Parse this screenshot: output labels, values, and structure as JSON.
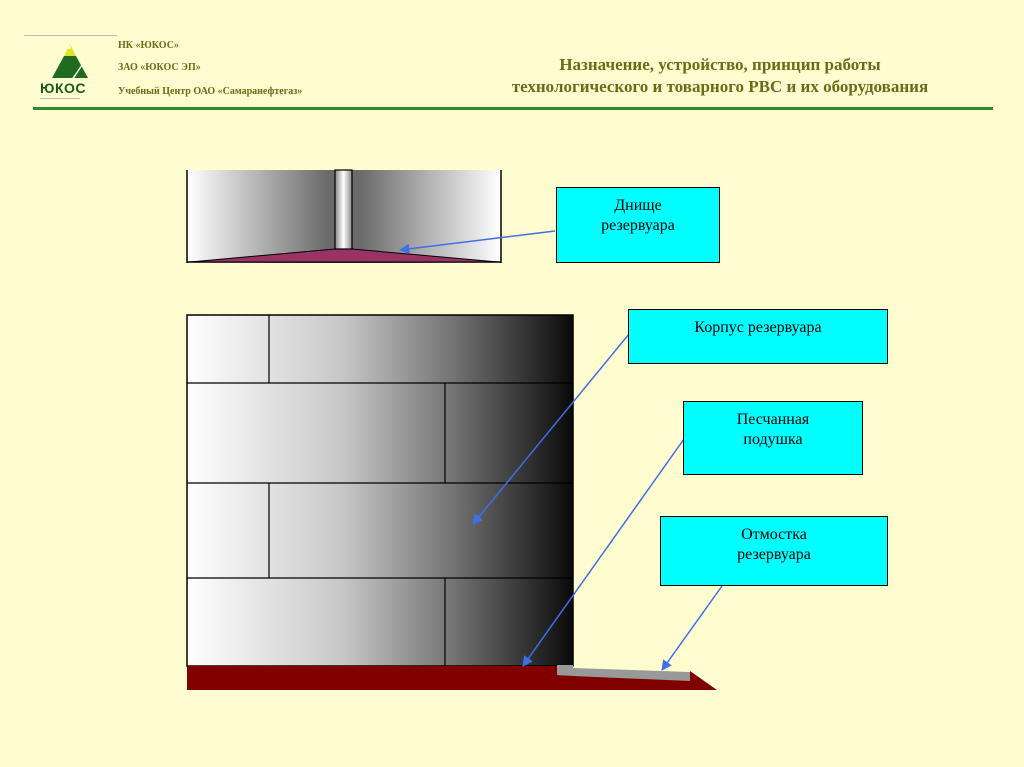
{
  "header": {
    "org_lines": [
      "НК «ЮКОС»",
      "ЗАО «ЮКОС ЭП»",
      "Учебный Центр ОАО «Самаранефтегаз»"
    ],
    "logo_text": "ЮКОС",
    "title_line1": "Назначение, устройство, принцип работы",
    "title_line2": "технологического и товарного РВС и их оборудования"
  },
  "diagram": {
    "labels": [
      {
        "id": "bottom",
        "line1": "Днище",
        "line2": "резервуара"
      },
      {
        "id": "shell",
        "line1": "Корпус резервуара",
        "line2": ""
      },
      {
        "id": "sand-cushion",
        "line1": "Песчанная",
        "line2": "подушка"
      },
      {
        "id": "blind-area",
        "line1": "Отмостка",
        "line2": "резервуара"
      }
    ]
  },
  "colors": {
    "background": "#fffdd0",
    "label_fill": "#00ffff",
    "arrow": "#3f6fe8",
    "tank_bottom": "#993366",
    "sand_cushion": "#800000",
    "blind_area": "#999999",
    "header_green": "#2e8b2e",
    "header_text": "#6b6b18"
  }
}
